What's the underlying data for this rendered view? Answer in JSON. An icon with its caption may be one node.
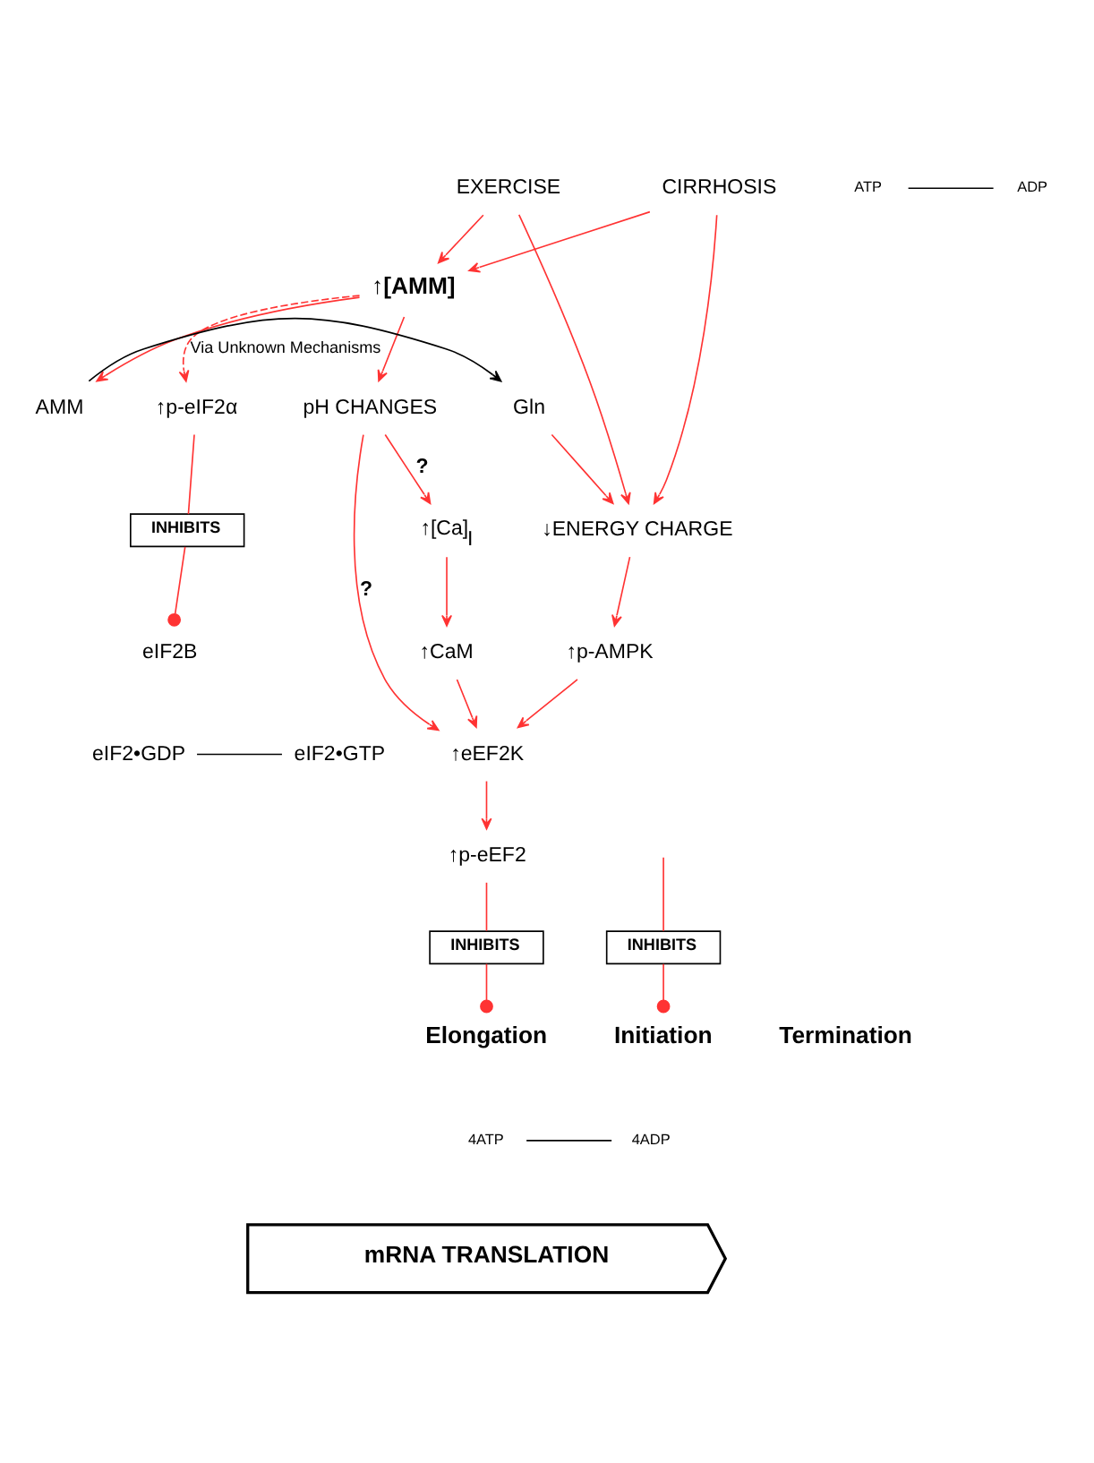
{
  "diagram": {
    "nodes": [
      {
        "text": [
          "EXERCISE"
        ]
      },
      {
        "text": [
          "CIRRHOSIS"
        ]
      },
      {
        "text": [
          "↑[AMM]"
        ]
      },
      {
        "text": [
          "AMM"
        ]
      },
      {
        "text": [
          "Gln"
        ]
      },
      {
        "text": [
          "ATP"
        ]
      },
      {
        "text": [
          "ADP"
        ]
      },
      {
        "text": [
          "pH CHANGES"
        ]
      },
      {
        "text": [
          "↓ENERGY CHARGE"
        ]
      },
      {
        "text": [
          "↑[Ca]$_{I}$"
        ]
      },
      {
        "text": [
          "↑CaM"
        ]
      },
      {
        "text": [
          "↑p-AMPK"
        ]
      },
      {
        "text": [
          "↑eEF2K"
        ]
      },
      {
        "text": [
          "↑p-eIF2α"
        ]
      },
      {
        "text": [
          "INHIBITS"
        ]
      },
      {
        "text": [
          "eIF2B"
        ]
      },
      {
        "text": [
          "eIF2•GDP"
        ]
      },
      {
        "text": [
          "eIF2•GTP"
        ]
      },
      {
        "text": [
          "INHIBITS"
        ]
      },
      {
        "text": [
          "Initiation"
        ]
      },
      {
        "text": [
          "↑p-eEF2"
        ]
      },
      {
        "text": [
          "INHIBITS"
        ]
      },
      {
        "text": [
          "Elongation"
        ]
      },
      {
        "text": [
          "Termination"
        ]
      },
      {
        "text": [
          "4ATP"
        ]
      },
      {
        "text": [
          "4ADP"
        ]
      },
      {
        "text": [
          "mRNA TRANSLATION"
        ]
      }
    ],
    "edges": [
      {
        "from": 0,
        "to": 2,
        "arrow": "to"
      },
      {
        "from": 0,
        "to": 8,
        "arrow": "to"
      },
      {
        "from": 1,
        "to": 2,
        "arrow": "to"
      },
      {
        "from": 1,
        "to": 8,
        "arrow": "to"
      },
      {
        "from": 2,
        "to": 3,
        "arrow": "to"
      },
      {
        "from": 3,
        "to": 4,
        "arrow": "to",
        "color": "#000000"
      },
      {
        "from": 5,
        "to": 6,
        "arrow": "none",
        "color": "#000000"
      },
      {
        "from": 4,
        "to": 8,
        "arrow": "to"
      },
      {
        "from": 2,
        "to": 7,
        "arrow": "to"
      },
      {
        "from": 2,
        "to": 13,
        "arrow": "to",
        "style": "dashed",
        "label": "Via Unknown Mechanisms"
      },
      {
        "from": 7,
        "to": 9,
        "arrow": "to",
        "label": "?"
      },
      {
        "from": 9,
        "to": 10,
        "arrow": "to"
      },
      {
        "from": 7,
        "to": 12,
        "arrow": "to",
        "label": "?"
      },
      {
        "from": 10,
        "to": 12,
        "arrow": "to"
      },
      {
        "from": 8,
        "to": 11,
        "arrow": "to"
      },
      {
        "from": 11,
        "to": 12,
        "arrow": "to"
      },
      {
        "from": 12,
        "to": 20,
        "arrow": "to"
      },
      {
        "from": 13,
        "to": 14,
        "arrow": "none"
      },
      {
        "from": 14,
        "to": 15,
        "arrow": "other"
      },
      {
        "from": 16,
        "to": 17,
        "arrow": "none",
        "color": "#000000"
      },
      {
        "from": null,
        "to": 18,
        "arrow": "none"
      },
      {
        "from": 18,
        "to": 19,
        "arrow": "other"
      },
      {
        "from": 20,
        "to": 21,
        "arrow": "none"
      },
      {
        "from": 21,
        "to": 22,
        "arrow": "other"
      },
      {
        "from": 24,
        "to": 25,
        "arrow": "none",
        "color": "#000000"
      }
    ]
  }
}
